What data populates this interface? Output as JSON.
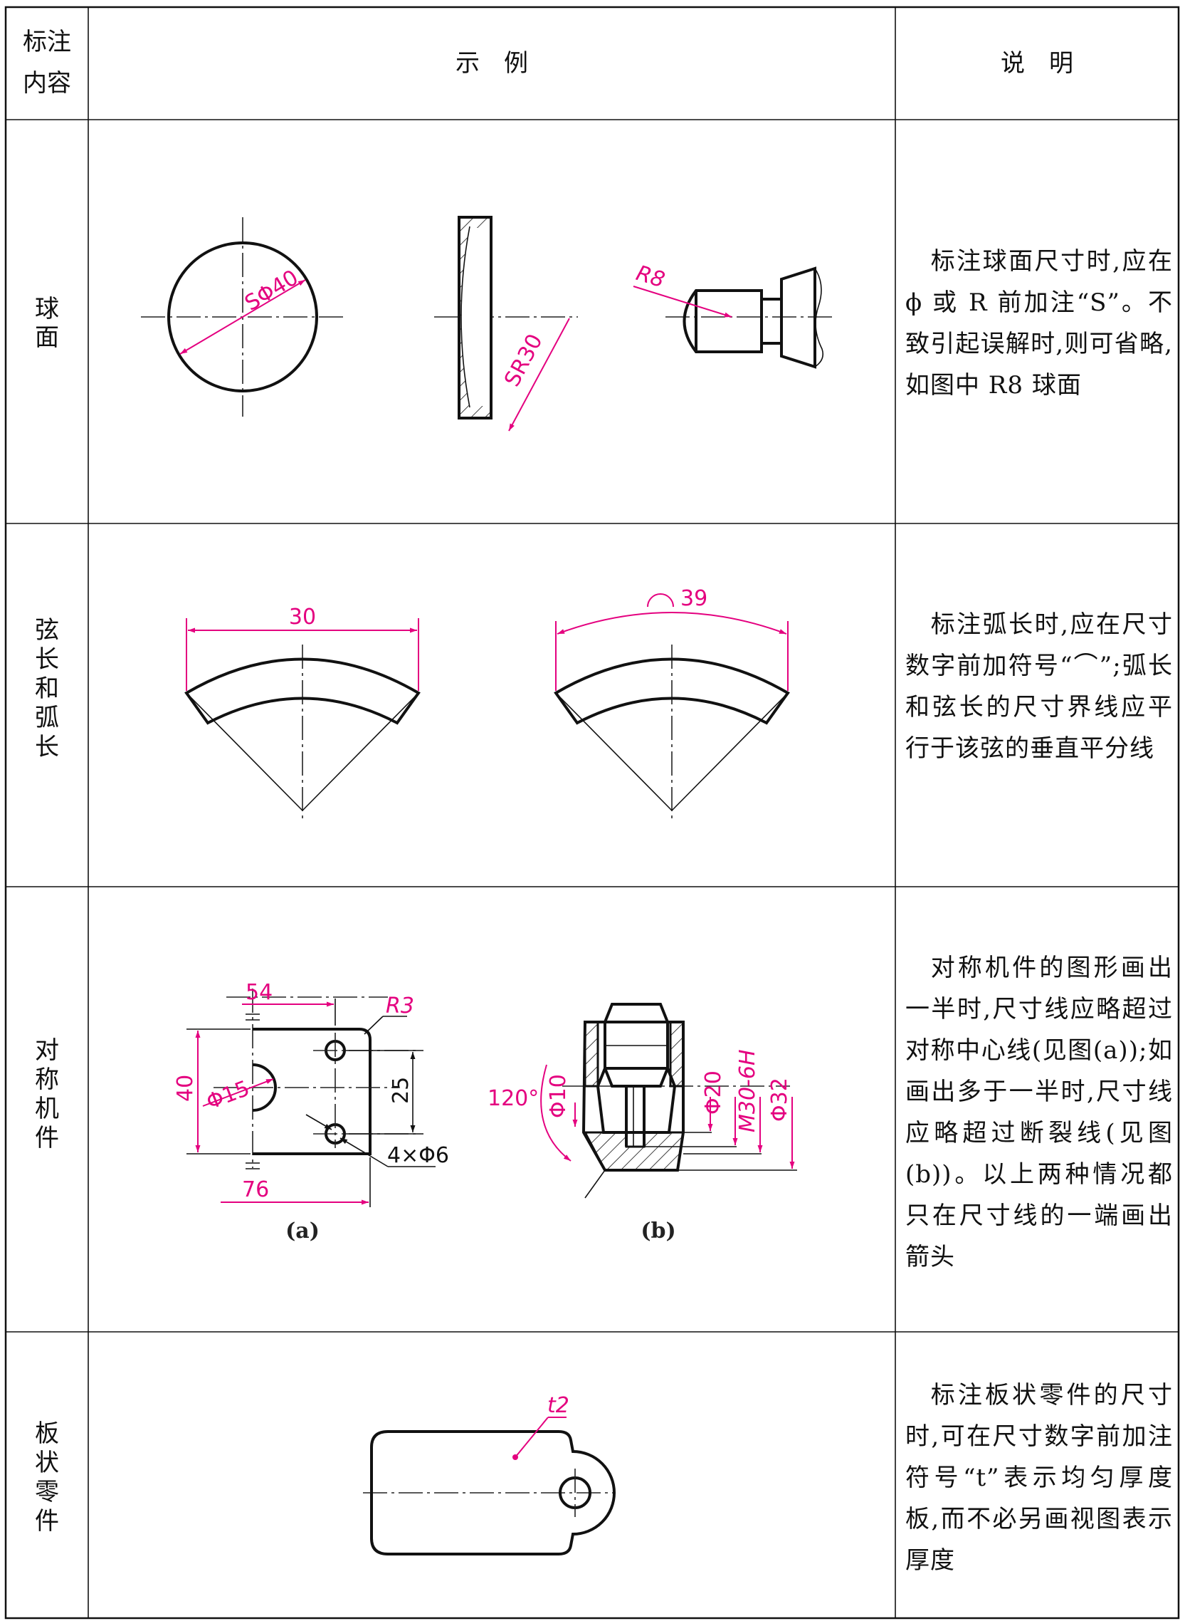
{
  "table": {
    "headers": {
      "content": [
        "标注",
        "内容"
      ],
      "example": "示　例",
      "note": "说　明"
    },
    "rows": [
      {
        "label": [
          "球",
          "面"
        ],
        "description": "标注球面尺寸时,应在 ϕ 或 R 前加注“S”。不致引起误解时,则可省略,如图中 R8 球面",
        "dims": {
          "d1": "SΦ40",
          "d2": "SR30",
          "d3": "R8"
        }
      },
      {
        "label": [
          "弦",
          "长",
          "和",
          "弧",
          "长"
        ],
        "description": "标注弧长时,应在尺寸数字前加符号“⌒”;弧长和弦长的尺寸界线应平行于该弦的垂直平分线",
        "dims": {
          "chord": "30",
          "arc": "39"
        }
      },
      {
        "label": [
          "对",
          "称",
          "机",
          "件"
        ],
        "description": "对称机件的图形画出一半时,尺寸线应略超过对称中心线(见图(a));如画出多于一半时,尺寸线应略超过断裂线(见图(b))。以上两种情况都只在尺寸线的一端画出箭头",
        "dims": {
          "a54": "54",
          "aR3": "R3",
          "a40": "40",
          "a15": "Φ15",
          "a25": "25",
          "a4x6": "4×Φ6",
          "a76": "76",
          "b120": "120°",
          "b10": "Φ10",
          "b20": "Φ20",
          "bM30": "M30-6H",
          "b32": "Φ32"
        },
        "captions": {
          "a": "(a)",
          "b": "(b)"
        }
      },
      {
        "label": [
          "板",
          "状",
          "零",
          "件"
        ],
        "description": "标注板状零件的尺寸时,可在尺寸数字前加注符号“t”表示均匀厚度板,而不必另画视图表示厚度",
        "dims": {
          "t": "t2"
        }
      }
    ]
  }
}
